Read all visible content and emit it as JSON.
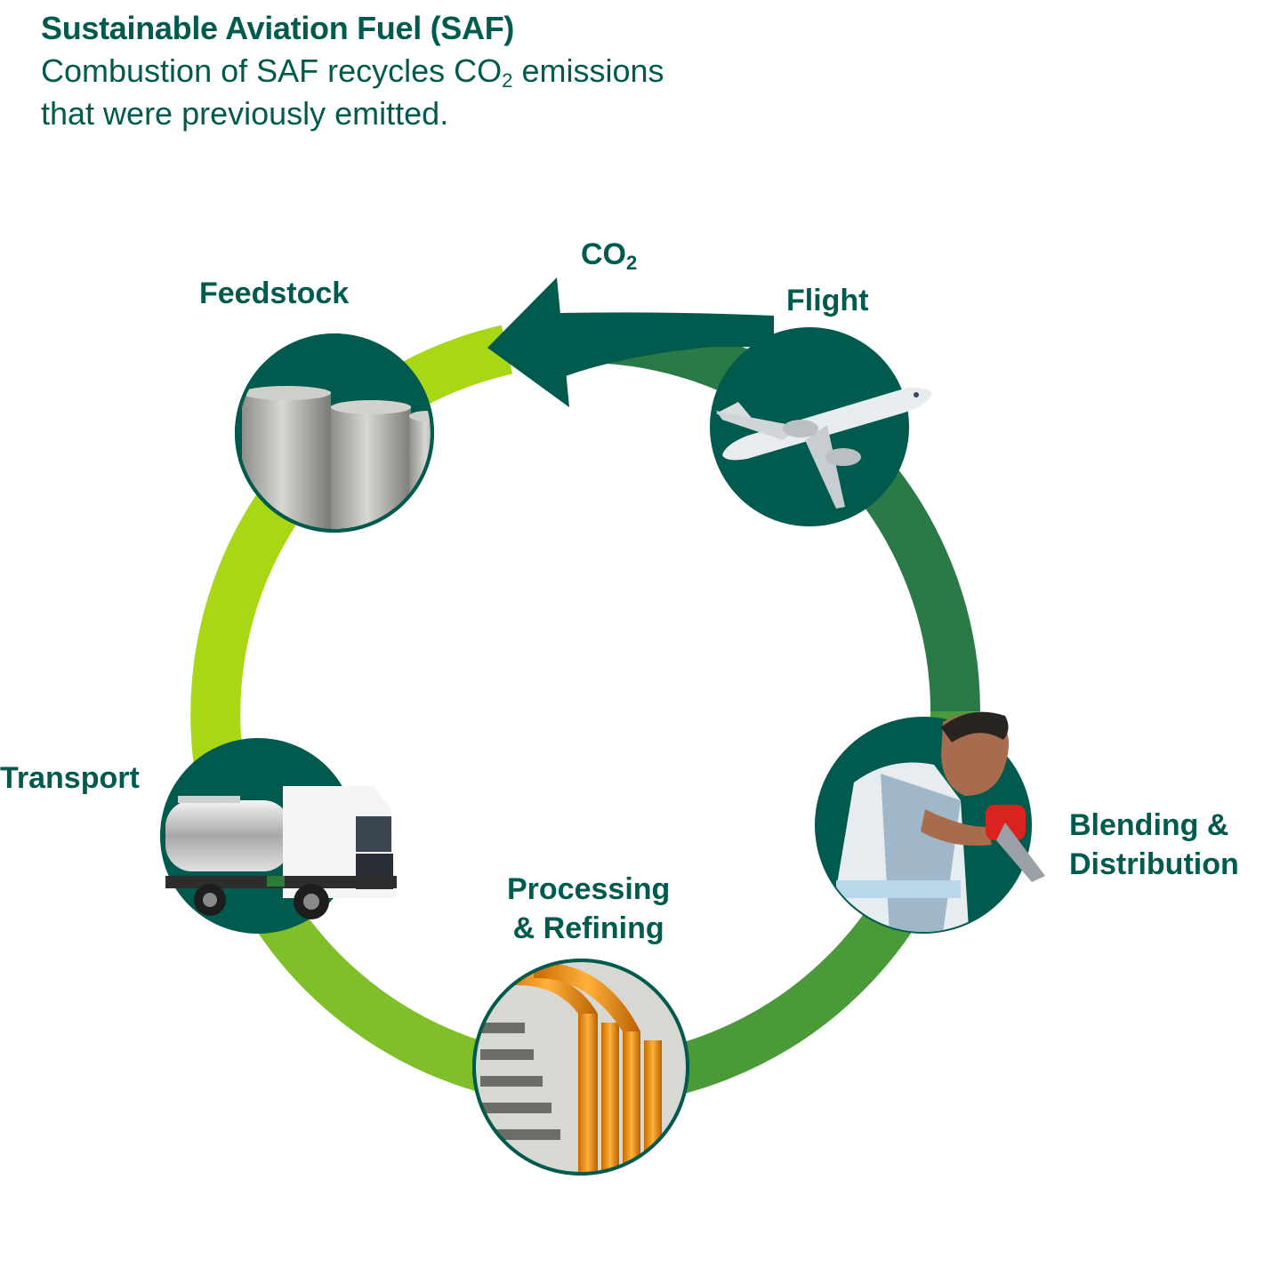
{
  "header": {
    "title": "Sustainable Aviation Fuel (SAF)",
    "subtitle_part1": "Combustion of SAF recycles CO",
    "subtitle_sub": "2",
    "subtitle_part2": "emissions",
    "subtitle_line2": "that were previously emitted."
  },
  "cycle": {
    "arrow_label": "CO",
    "arrow_label_sub": "2",
    "stages": {
      "feedstock": "Feedstock",
      "flight": "Flight",
      "blending_line1": "Blending &",
      "blending_line2": "Distribution",
      "processing_line1": "Processing",
      "processing_line2": "& Refining",
      "transport": "Transport"
    }
  },
  "colors": {
    "dark_green": "#005a4e",
    "mid_green": "#2f8a44",
    "lime_green": "#a8d815",
    "light_green": "#6cb42a"
  },
  "icons": {
    "feedstock": "silo-icon",
    "flight": "airplane-icon",
    "blending": "fuel-worker-icon",
    "processing": "refinery-pipes-icon",
    "transport": "tanker-truck-icon"
  }
}
